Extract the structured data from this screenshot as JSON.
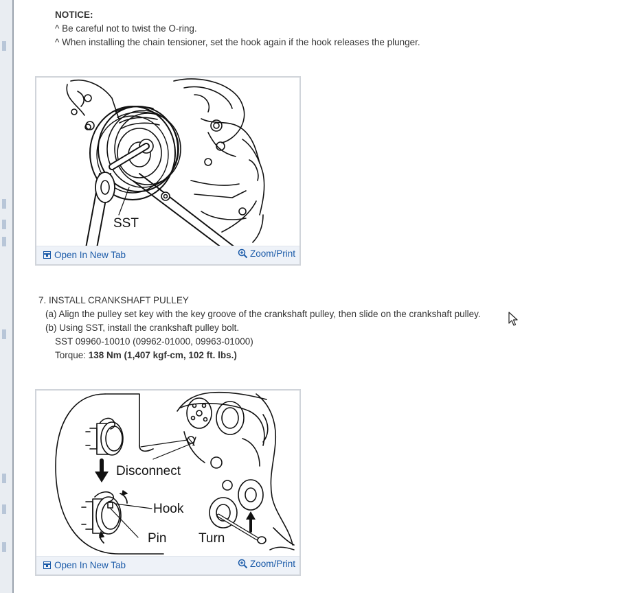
{
  "notice": {
    "title": "NOTICE:",
    "line1": "^ Be careful not to twist the O-ring.",
    "line2": "^ When installing the chain tensioner, set the hook again if the hook releases the plunger."
  },
  "figure1": {
    "label_sst": "SST",
    "open_tab_label": "Open In New Tab",
    "zoom_print_label": "Zoom/Print"
  },
  "step7": {
    "heading": "7. INSTALL CRANKSHAFT PULLEY",
    "a": "(a) Align the pulley set key with the key groove of the crankshaft pulley, then slide on the crankshaft pulley.",
    "b": "(b) Using SST, install the crankshaft pulley bolt.",
    "sst": "SST 09960-10010 (09962-01000, 09963-01000)",
    "torque_label": "Torque: ",
    "torque_value": "138 Nm (1,407 kgf-cm, 102 ft. lbs.)"
  },
  "figure2": {
    "label_disconnect": "Disconnect",
    "label_hook": "Hook",
    "label_pin": "Pin",
    "label_turn": "Turn",
    "open_tab_label": "Open In New Tab",
    "zoom_print_label": "Zoom/Print"
  },
  "icons": {
    "open_tab": "open-in-new-tab-icon",
    "zoom": "magnifier-plus-icon"
  },
  "colors": {
    "link": "#1a5aa8",
    "toolbar_bg": "#eef2f8",
    "text": "#333333"
  }
}
